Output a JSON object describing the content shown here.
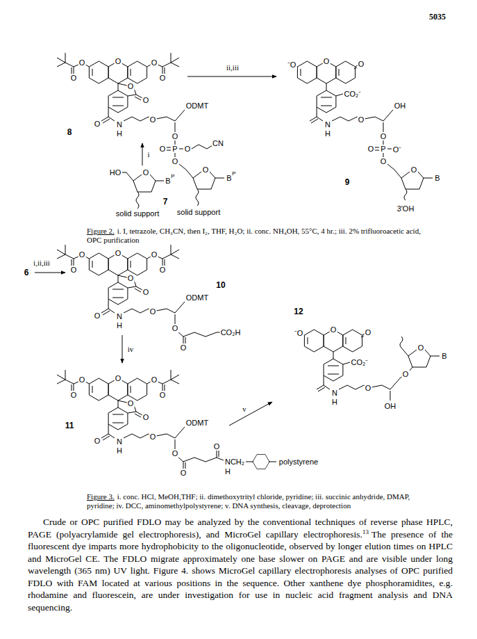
{
  "diagram": {
    "labels": [
      "5035",
      "O",
      "O",
      "O",
      "O",
      "O",
      "O",
      "O",
      "8",
      "O",
      "N",
      "H",
      "O",
      "ODMT",
      "O",
      "O",
      "P",
      "O",
      "CN",
      "O",
      "O",
      "B",
      "P",
      "solid support",
      "ii,iii",
      "⁻O",
      "O",
      "O",
      "CO₂⁻",
      "N",
      "H",
      "O",
      "OH",
      "O",
      "O",
      "P",
      "O⁻",
      "O",
      "O",
      "B",
      "9",
      "3'OH",
      "HO",
      "O",
      "B",
      "P",
      "7",
      "solid support",
      "i",
      "Figure 2.",
      "i. I, tetrazole, CH₃CN, then I₂, THF, H₂O; ii. conc. NH₄OH, 55°C, 4 hr.; iii. 2% trifluoroacetic acid, OPC purification",
      "6",
      "i,ii,iii",
      "O",
      "O",
      "O",
      "O",
      "O",
      "O",
      "O",
      "O",
      "N",
      "H",
      "O",
      "ODMT",
      "O",
      "O",
      "CO₂H",
      "10",
      "iv",
      "O",
      "O",
      "O",
      "O",
      "O",
      "O",
      "O",
      "11",
      "O",
      "N",
      "H",
      "O",
      "ODMT",
      "O",
      "O",
      "O",
      "NCH₂",
      "H",
      "polystyrene",
      "v",
      "12",
      "⁻O",
      "O",
      "O",
      "CO₂⁻",
      "N",
      "H",
      "O",
      "O",
      "O",
      "B",
      "OH",
      "Figure 3.",
      "i. conc. HCl, MeOH,THF; ii. dimethoxytrityl chloride, pyridine; iii. succinic anhydride, DMAP, pyridine; iv. DCC, aminomethylpolystyrene; v. DNA synthesis, cleavage, deprotection",
      "Crude or OPC purified FDLO may be analyzed by the conventional techniques of reverse phase HPLC, PAGE (polyacrylamide gel electrophoresis), and MicroGel capillary electrophoresis.",
      "13",
      "The presence of the fluorescent dye imparts more hydrophobicity to the oligonucleotide, observed by longer elution times on HPLC and MicroGel CE. The FDLO migrate approximately one base slower on PAGE and are visible under long wavelength (365 nm) UV light. Figure 4. shows MicroGel capillary electrophoresis analyses of OPC purified FDLO with FAM located at various positions in the sequence. Other xanthene dye phosphoramidites, e.g. rhodamine and fluorescein, are under investigation for use in nucleic acid fragment analysis and DNA sequencing."
    ]
  }
}
